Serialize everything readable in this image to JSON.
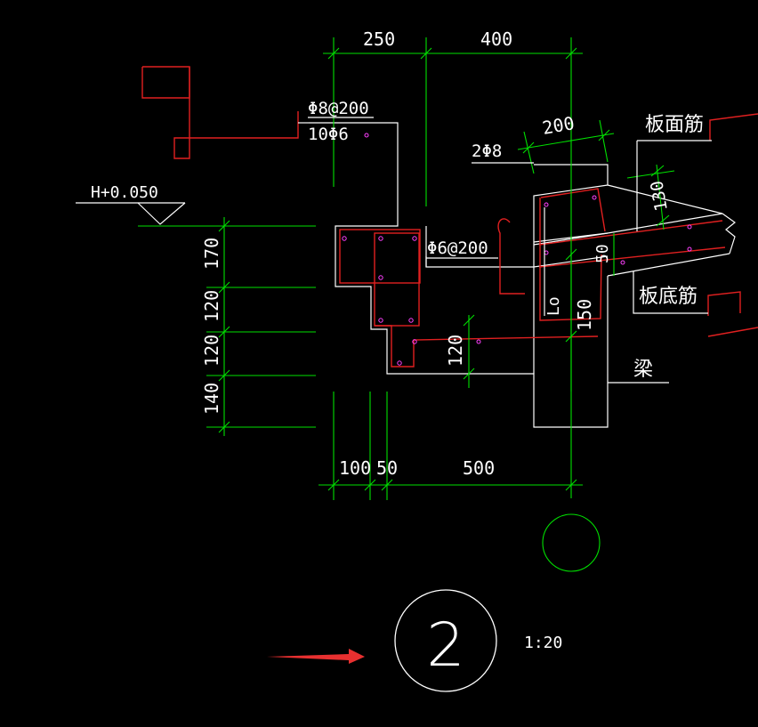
{
  "dimensions": {
    "top_250": "250",
    "top_400": "400",
    "left_170": "170",
    "left_120a": "120",
    "left_120b": "120",
    "left_140": "140",
    "bottom_100": "100",
    "bottom_50": "50",
    "bottom_500": "500",
    "right_200": "200",
    "right_130": "130",
    "right_50": "50",
    "right_150": "150",
    "step_120": "120"
  },
  "labels": {
    "rebar_phi8_at200": "Φ8@200",
    "rebar_10phi6": "10Φ6",
    "rebar_2phi8": "2Φ8",
    "rebar_phi6_at200": "Φ6@200",
    "elevation": "H+0.050",
    "slab_top_rebar": "板面筋",
    "slab_bottom_rebar": "板底筋",
    "beam": "梁",
    "lo": "Lo"
  },
  "section": {
    "number": "2",
    "scale": "1:20"
  },
  "colors": {
    "background": "#000000",
    "outline": "#ffffff",
    "dimension": "#00e000",
    "rebar": "#e02020",
    "rebar_dot": "#ff40ff",
    "arrow": "#e83030"
  }
}
